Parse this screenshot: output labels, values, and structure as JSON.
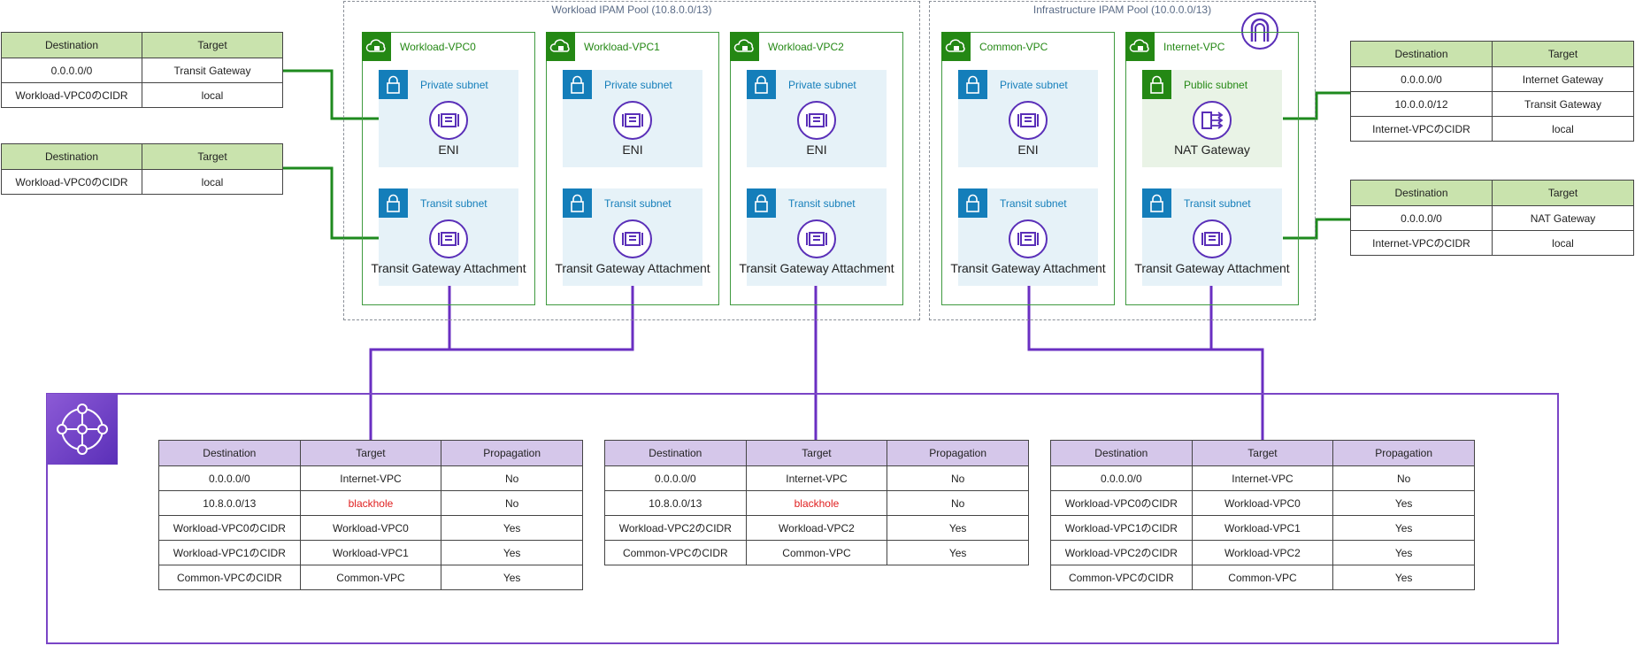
{
  "pools": {
    "workload": {
      "label": "Workload IPAM Pool (10.8.0.0/13)"
    },
    "infrastructure": {
      "label": "Infrastructure IPAM Pool (10.0.0.0/13)"
    }
  },
  "vpcs": [
    {
      "name": "Workload-VPC0",
      "top_subnet": "Private subnet",
      "top_resource": "ENI",
      "bottom_subnet": "Transit subnet",
      "bottom_resource": "Transit Gateway Attachment"
    },
    {
      "name": "Workload-VPC1",
      "top_subnet": "Private subnet",
      "top_resource": "ENI",
      "bottom_subnet": "Transit subnet",
      "bottom_resource": "Transit Gateway Attachment"
    },
    {
      "name": "Workload-VPC2",
      "top_subnet": "Private subnet",
      "top_resource": "ENI",
      "bottom_subnet": "Transit subnet",
      "bottom_resource": "Transit Gateway Attachment"
    },
    {
      "name": "Common-VPC",
      "top_subnet": "Private subnet",
      "top_resource": "ENI",
      "bottom_subnet": "Transit subnet",
      "bottom_resource": "Transit Gateway Attachment"
    },
    {
      "name": "Internet-VPC",
      "top_subnet": "Public subnet",
      "top_resource": "NAT Gateway",
      "bottom_subnet": "Transit subnet",
      "bottom_resource": "Transit Gateway Attachment"
    }
  ],
  "vpc_route_tables": [
    {
      "headers": [
        "Destination",
        "Target"
      ],
      "rows": [
        [
          "0.0.0.0/0",
          "Transit Gateway"
        ],
        [
          "Workload-VPC0のCIDR",
          "local"
        ]
      ]
    },
    {
      "headers": [
        "Destination",
        "Target"
      ],
      "rows": [
        [
          "Workload-VPC0のCIDR",
          "local"
        ]
      ]
    },
    {
      "headers": [
        "Destination",
        "Target"
      ],
      "rows": [
        [
          "0.0.0.0/0",
          "Internet Gateway"
        ],
        [
          "10.0.0.0/12",
          "Transit Gateway"
        ],
        [
          "Internet-VPCのCIDR",
          "local"
        ]
      ]
    },
    {
      "headers": [
        "Destination",
        "Target"
      ],
      "rows": [
        [
          "0.0.0.0/0",
          "NAT Gateway"
        ],
        [
          "Internet-VPCのCIDR",
          "local"
        ]
      ]
    }
  ],
  "tgw_route_tables": [
    {
      "headers": [
        "Destination",
        "Target",
        "Propagation"
      ],
      "rows": [
        [
          "0.0.0.0/0",
          "Internet-VPC",
          "No"
        ],
        [
          "10.8.0.0/13",
          "blackhole",
          "No"
        ],
        [
          "Workload-VPC0のCIDR",
          "Workload-VPC0",
          "Yes"
        ],
        [
          "Workload-VPC1のCIDR",
          "Workload-VPC1",
          "Yes"
        ],
        [
          "Common-VPCのCIDR",
          "Common-VPC",
          "Yes"
        ]
      ]
    },
    {
      "headers": [
        "Destination",
        "Target",
        "Propagation"
      ],
      "rows": [
        [
          "0.0.0.0/0",
          "Internet-VPC",
          "No"
        ],
        [
          "10.8.0.0/13",
          "blackhole",
          "No"
        ],
        [
          "Workload-VPC2のCIDR",
          "Workload-VPC2",
          "Yes"
        ],
        [
          "Common-VPCのCIDR",
          "Common-VPC",
          "Yes"
        ]
      ]
    },
    {
      "headers": [
        "Destination",
        "Target",
        "Propagation"
      ],
      "rows": [
        [
          "0.0.0.0/0",
          "Internet-VPC",
          "No"
        ],
        [
          "Workload-VPC0のCIDR",
          "Workload-VPC0",
          "Yes"
        ],
        [
          "Workload-VPC1のCIDR",
          "Workload-VPC1",
          "Yes"
        ],
        [
          "Workload-VPC2のCIDR",
          "Workload-VPC2",
          "Yes"
        ],
        [
          "Common-VPCのCIDR",
          "Common-VPC",
          "Yes"
        ]
      ]
    }
  ],
  "colors": {
    "vpc_green": "#248814",
    "subnet_blue": "#147eba",
    "tgw_purple": "#7a45c6",
    "connector_green": "#1e8a1e",
    "blackhole_red": "#e02020"
  },
  "icons": {
    "vpc": "cloud-lock-icon",
    "subnet": "padlock-icon",
    "eni": "network-interface-icon",
    "nat": "nat-gateway-icon",
    "igw": "internet-gateway-icon",
    "tgw": "transit-gateway-icon"
  }
}
